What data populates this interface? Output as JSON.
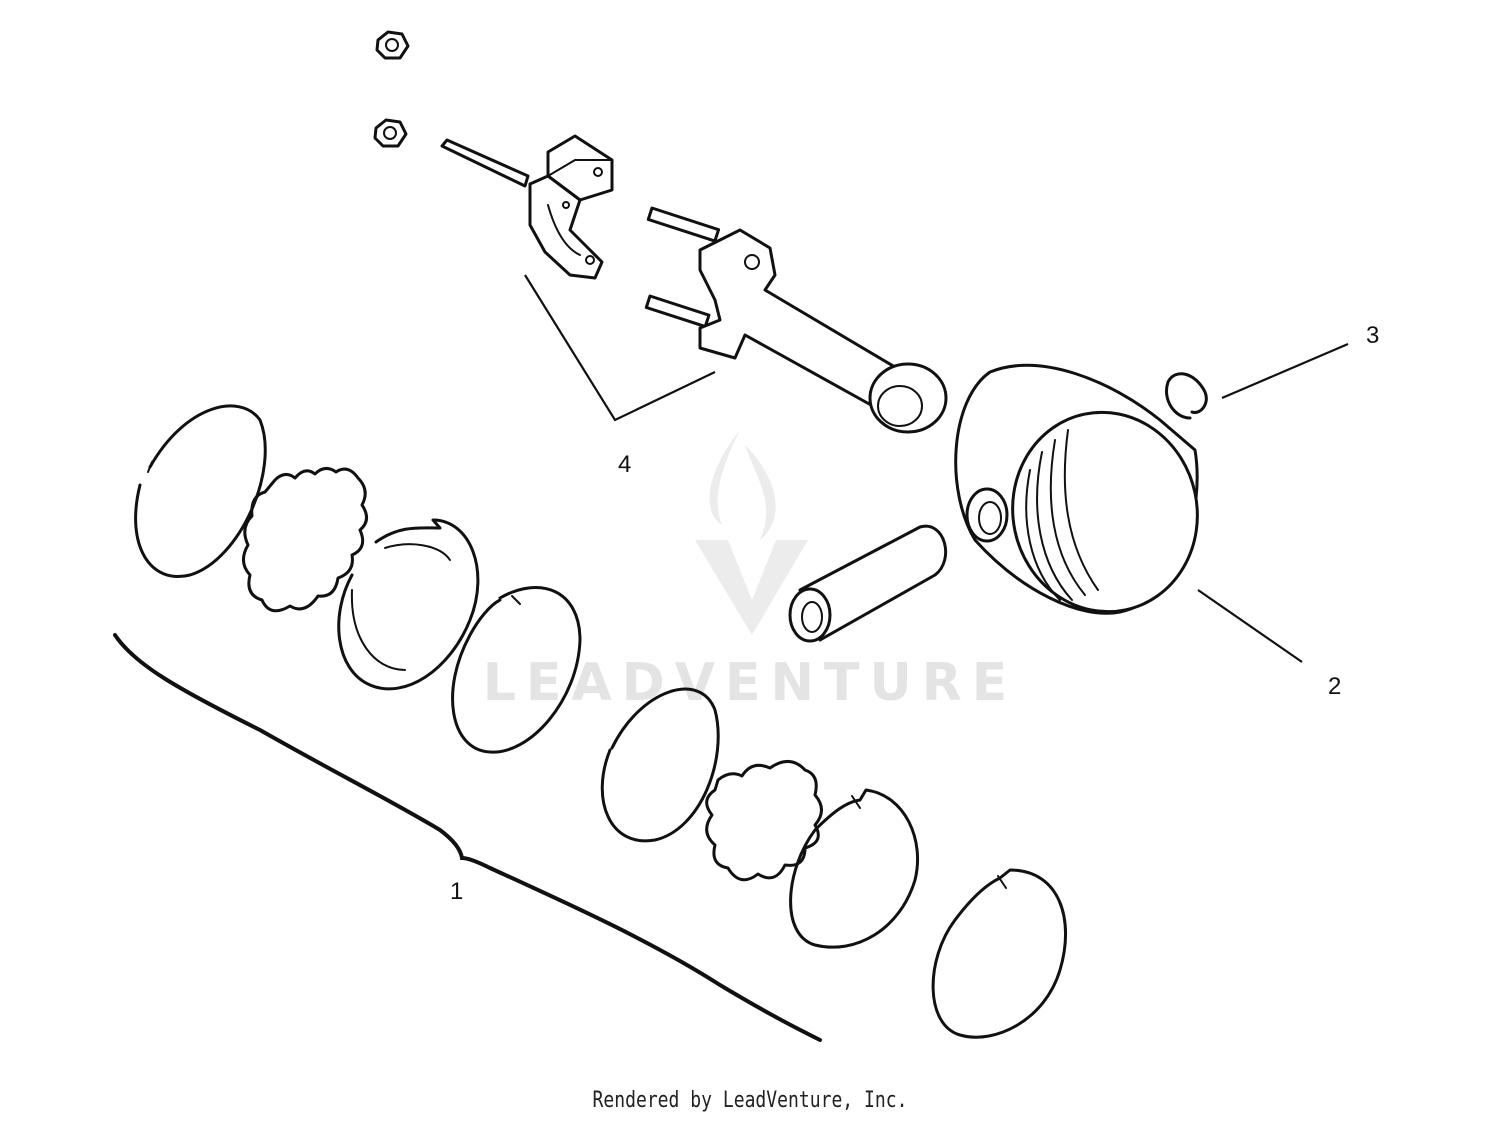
{
  "callouts": {
    "one": "1",
    "two": "2",
    "three": "3",
    "four": "4"
  },
  "watermark": {
    "text": "LEADVENTURE",
    "logo_icon": "leadventure-flame-logo"
  },
  "footer": {
    "credit": "Rendered by LeadVenture, Inc."
  },
  "colors": {
    "line": "#111111",
    "watermark": "#e4e4e4",
    "background": "#ffffff"
  }
}
